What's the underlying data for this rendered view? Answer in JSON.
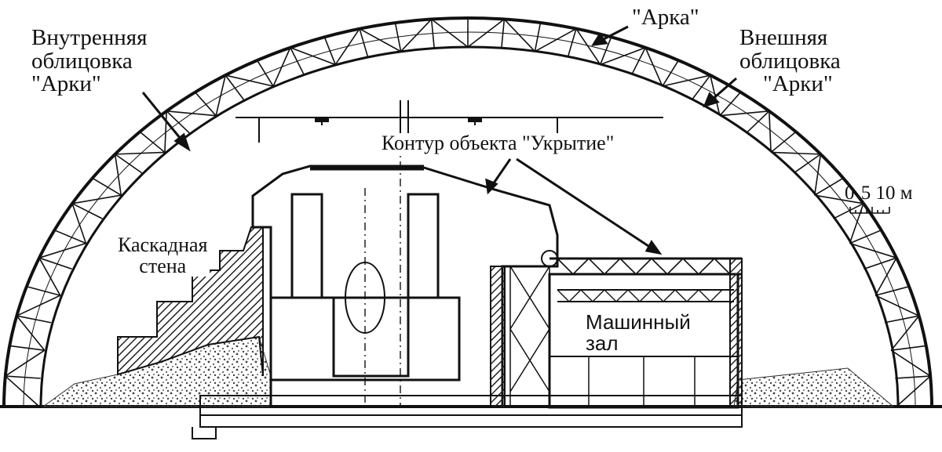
{
  "labels": {
    "inner_cladding": [
      "Внутренняя",
      "облицовка",
      "\"Арки\""
    ],
    "arch": "\"Арка\"",
    "outer_cladding": [
      "Внешняя",
      "облицовка",
      "\"Арки\""
    ],
    "shelter_contour": "Контур объекта \"Укрытие\"",
    "cascade_wall": [
      "Каскадная",
      "стена"
    ],
    "turbine_hall": [
      "Машинный",
      "зал"
    ]
  },
  "scale_bar": {
    "ticks": [
      "0",
      "5",
      "10"
    ],
    "unit": "м"
  },
  "colors": {
    "ink": "#111111",
    "hatch": "#222222",
    "rubble": "#555555",
    "paper": "#ffffff"
  }
}
